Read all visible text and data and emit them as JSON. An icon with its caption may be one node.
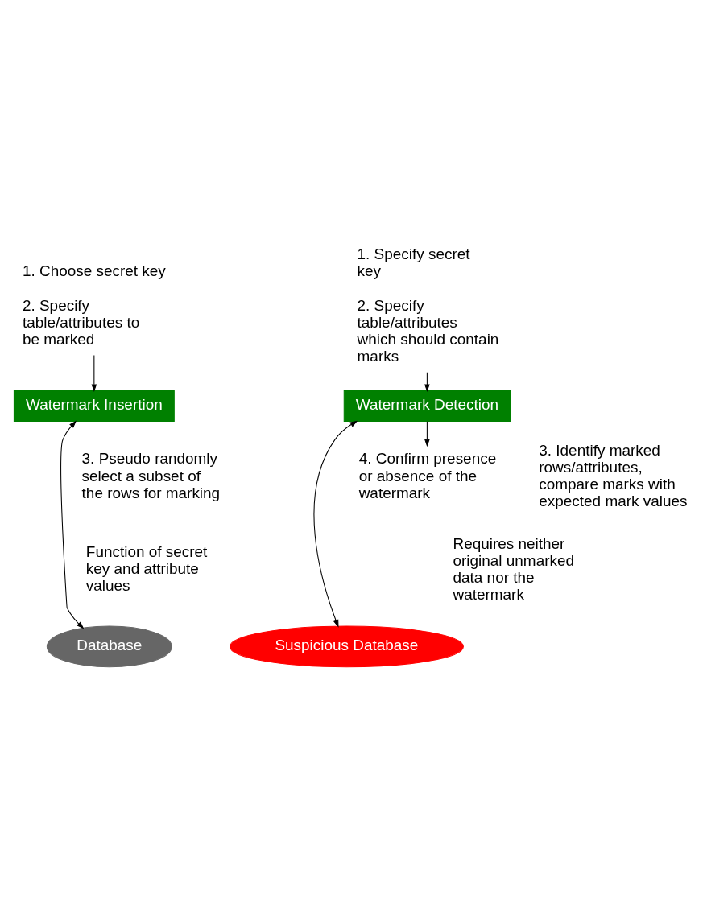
{
  "diagram": {
    "nodes": [
      {
        "text": [
          "1. Choose secret key",
          "2. Specify table/attributes to be marked"
        ]
      },
      {
        "text": [
          "Watermark Insertion"
        ]
      },
      {
        "text": [
          "Database"
        ]
      },
      {
        "text": [
          "1. Specify secret key",
          "2. Specify table/attributes which should contain marks"
        ]
      },
      {
        "text": [
          "Watermark Detection"
        ]
      },
      {
        "text": [
          "Suspicious Database"
        ]
      },
      {
        "text": [
          "4. Confirm presence or absence of the watermark"
        ]
      }
    ],
    "edges": [
      {
        "from": 0,
        "to": 1,
        "arrow": "to"
      },
      {
        "from": 1,
        "to": 2,
        "arrow": "both"
      },
      {
        "from": 3,
        "to": 4,
        "arrow": "to"
      },
      {
        "from": 4,
        "to": 5,
        "arrow": "both"
      },
      {
        "from": 4,
        "to": 6,
        "arrow": "to"
      }
    ],
    "labels": [
      "3. Pseudo randomly select a subset of the rows for marking",
      "Function of secret key and attribute values",
      "3. Identify marked rows/attributes, compare marks with expected mark values",
      "Requires neither original unmarked data nor the watermark"
    ]
  }
}
